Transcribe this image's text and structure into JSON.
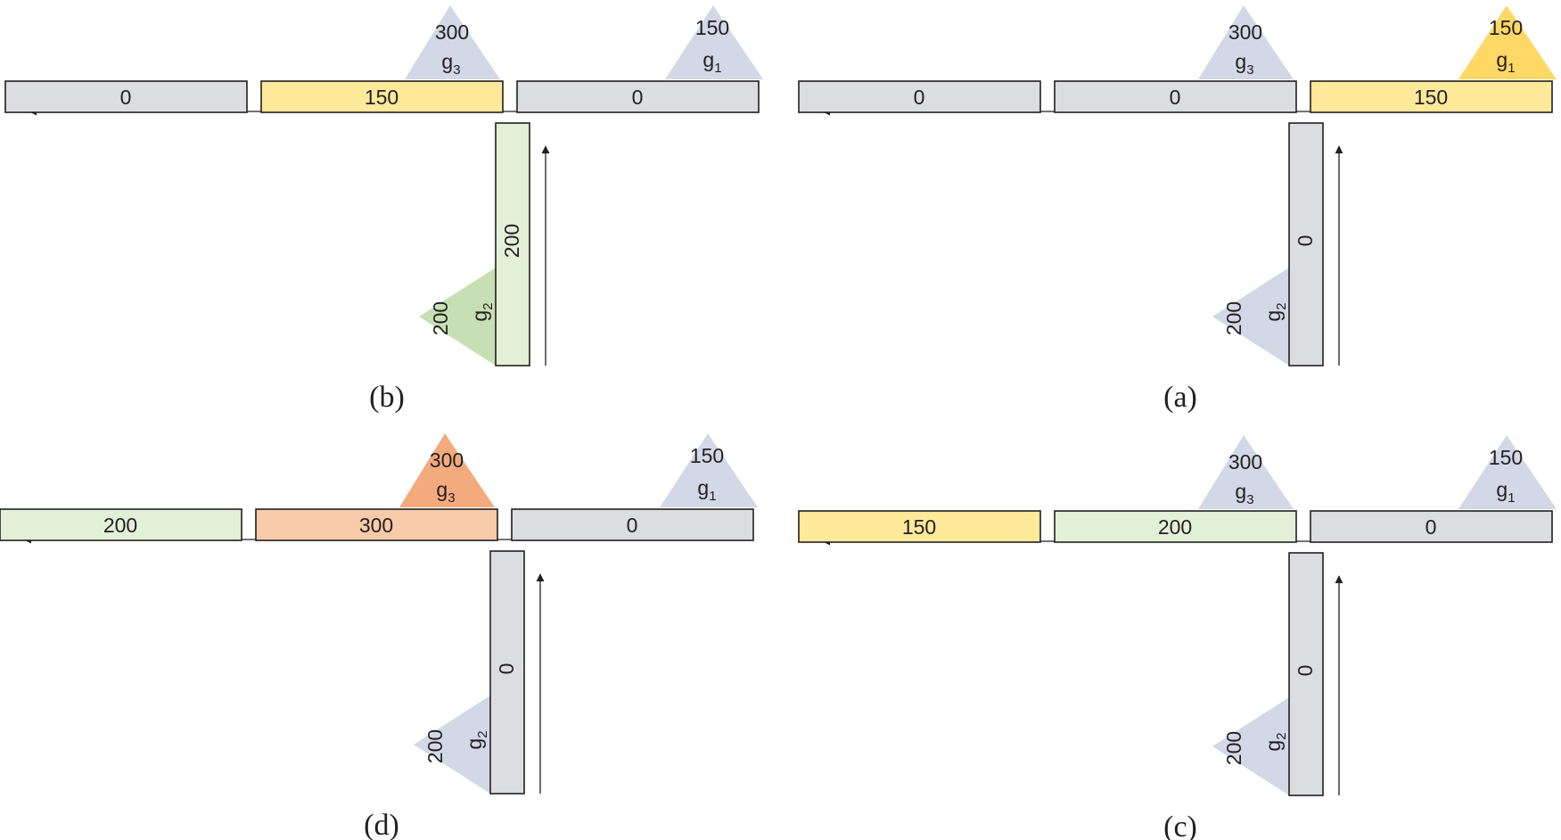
{
  "colors": {
    "idle_block": "#dcdde0",
    "idle_generator": "#d3d8e6",
    "g1_block": "#ffe99a",
    "g1_generator": "#ffd866",
    "g2_block": "#e3f0d8",
    "g2_generator": "#c7e0b3",
    "g3_block": "#f8cbaa",
    "g3_generator": "#f3ab7e",
    "stroke": "#231f20"
  },
  "panels": [
    {
      "id": "a",
      "label": "(a)",
      "blocks": {
        "left": "0",
        "middle": "0",
        "right": "150",
        "vertical": "0"
      },
      "block_owner": {
        "left": "none",
        "middle": "none",
        "right": "g1",
        "vertical": "none"
      },
      "generators": {
        "g1": {
          "name": "g",
          "sub": "1",
          "value": "150",
          "active": true
        },
        "g2": {
          "name": "g",
          "sub": "2",
          "value": "200",
          "active": false
        },
        "g3": {
          "name": "g",
          "sub": "3",
          "value": "300",
          "active": false
        }
      }
    },
    {
      "id": "b",
      "label": "(b)",
      "blocks": {
        "left": "0",
        "middle": "150",
        "right": "0",
        "vertical": "200"
      },
      "block_owner": {
        "left": "none",
        "middle": "g1",
        "right": "none",
        "vertical": "g2"
      },
      "generators": {
        "g1": {
          "name": "g",
          "sub": "1",
          "value": "150",
          "active": false
        },
        "g2": {
          "name": "g",
          "sub": "2",
          "value": "200",
          "active": true
        },
        "g3": {
          "name": "g",
          "sub": "3",
          "value": "300",
          "active": false
        }
      }
    },
    {
      "id": "c",
      "label": "(c)",
      "blocks": {
        "left": "150",
        "middle": "200",
        "right": "0",
        "vertical": "0"
      },
      "block_owner": {
        "left": "g1",
        "middle": "g2",
        "right": "none",
        "vertical": "none"
      },
      "generators": {
        "g1": {
          "name": "g",
          "sub": "1",
          "value": "150",
          "active": false
        },
        "g2": {
          "name": "g",
          "sub": "2",
          "value": "200",
          "active": false
        },
        "g3": {
          "name": "g",
          "sub": "3",
          "value": "300",
          "active": false
        }
      }
    },
    {
      "id": "d",
      "label": "(d)",
      "blocks": {
        "left": "200",
        "middle": "300",
        "right": "0",
        "vertical": "0"
      },
      "block_owner": {
        "left": "g2",
        "middle": "g3",
        "right": "none",
        "vertical": "none"
      },
      "generators": {
        "g1": {
          "name": "g",
          "sub": "1",
          "value": "150",
          "active": false
        },
        "g2": {
          "name": "g",
          "sub": "2",
          "value": "200",
          "active": false
        },
        "g3": {
          "name": "g",
          "sub": "3",
          "value": "300",
          "active": true
        }
      }
    }
  ]
}
